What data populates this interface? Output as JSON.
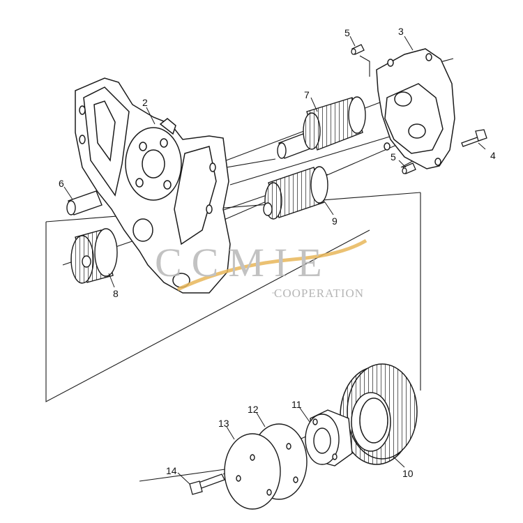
{
  "diagram": {
    "callouts": [
      {
        "id": "2",
        "label": "2"
      },
      {
        "id": "3",
        "label": "3"
      },
      {
        "id": "4",
        "label": "4"
      },
      {
        "id": "5a",
        "label": "5"
      },
      {
        "id": "5b",
        "label": "5"
      },
      {
        "id": "6",
        "label": "6"
      },
      {
        "id": "7",
        "label": "7"
      },
      {
        "id": "8",
        "label": "8"
      },
      {
        "id": "9",
        "label": "9"
      },
      {
        "id": "10",
        "label": "10"
      },
      {
        "id": "11",
        "label": "11"
      },
      {
        "id": "12",
        "label": "12"
      },
      {
        "id": "13",
        "label": "13"
      },
      {
        "id": "14",
        "label": "14"
      }
    ]
  },
  "watermark": {
    "main": "CCMIE",
    "sub": "COOPERATION",
    "accent_color": "#e8b75a"
  },
  "colors": {
    "line": "#1a1a1a",
    "background": "#ffffff"
  }
}
